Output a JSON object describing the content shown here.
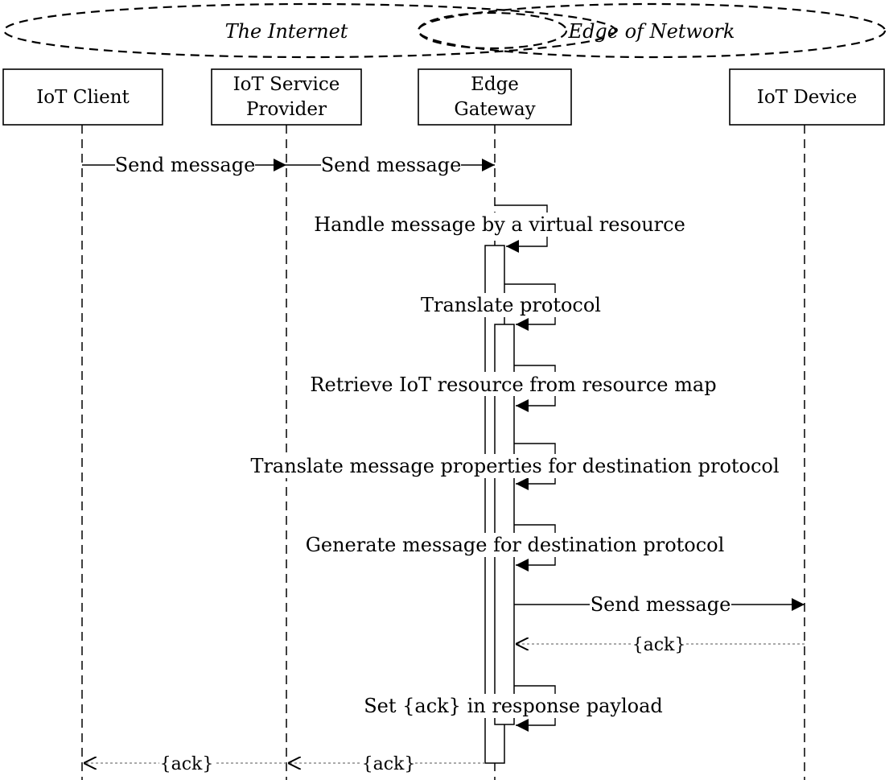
{
  "regions": {
    "internet": "The Internet",
    "edge": "Edge of Network"
  },
  "participants": {
    "client": [
      "IoT Client"
    ],
    "provider": [
      "IoT Service",
      "Provider"
    ],
    "gateway": [
      "Edge",
      "Gateway"
    ],
    "device": [
      "IoT Device"
    ]
  },
  "messages": {
    "client_to_provider": "Send message",
    "provider_to_gateway": "Send message",
    "handle": "Handle  message by a virtual resource",
    "translate_protocol": "Translate protocol",
    "retrieve": "Retrieve IoT resource from resource map",
    "translate_props": "Translate message properties for destination protocol",
    "generate": "Generate message for  destination protocol",
    "gateway_to_device": "Send message",
    "device_ack": "{ack}",
    "set_ack": "Set {ack} in response payload",
    "gateway_ack": "{ack}",
    "provider_ack": "{ack}"
  }
}
